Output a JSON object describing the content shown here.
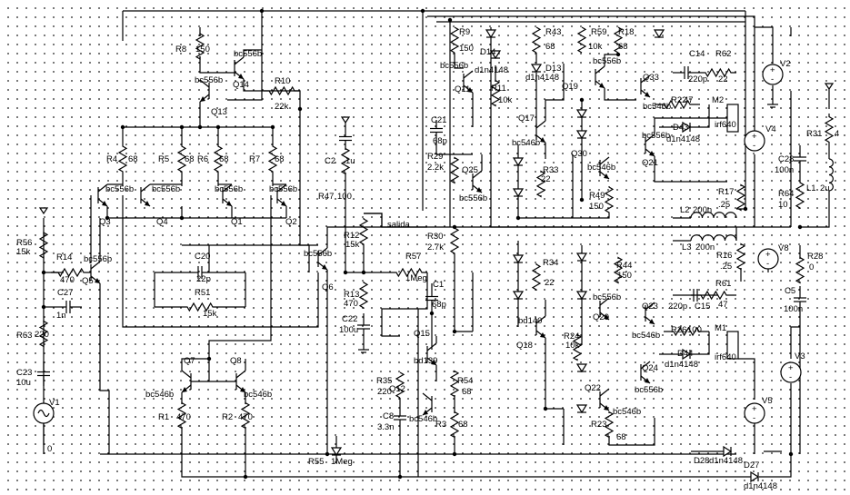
{
  "labels": {
    "R8": "R8",
    "R8v": "150",
    "Q14": "Q14",
    "Q14t": "bc556b",
    "Q13": "Q13",
    "Q13t": "bc556b",
    "R10": "R10",
    "R10v": "22k",
    "R4": "R4",
    "R4v": "68",
    "R5": "R5",
    "R5v": "68",
    "R6": "R6",
    "R6v": "68",
    "R7": "R7",
    "R7v": "68",
    "Q3t": "bc556b",
    "Q4t": "bc556b",
    "Q1t": "bc556b",
    "Q2t": "bc556b",
    "Q3": "Q3",
    "Q4": "Q4",
    "Q1": "Q1",
    "Q2": "Q2",
    "R56": "R56",
    "R56v": "15k",
    "R14": "R14",
    "R14v": "470",
    "Q5t": "bc556b",
    "Q5": "Q5",
    "C20": "C20",
    "C20v": "22p",
    "R51": "R51",
    "R51v": "15k",
    "C27": "C27",
    "C27v": "1n",
    "R63": "R63",
    "R63v": "220",
    "C23": "C23",
    "C23v": "10u",
    "V1": "V1",
    "Q7": "Q7",
    "Q8": "Q8",
    "Q7t": "bc546b",
    "Q8t": "bc546b",
    "R1": "R1",
    "R1v": "470",
    "R2": "R2",
    "R2v": "470",
    "C2": "C2",
    "C2v": "1u",
    "R47": "R47",
    "R47v": "100",
    "R12": "R12",
    "R12v": "15k",
    "Q6t": "bc556b",
    "Q6": "Q6",
    "R13": "R13",
    "R13v": "470",
    "C22": "C22",
    "C22v": "100u",
    "R57": "R57",
    "R57v": "1Meg",
    "C1": "C1",
    "C1v": "68p",
    "R55": "R55",
    "R55v": "1Meg",
    "R35": "R35",
    "R35v": "220",
    "C8": "C8",
    "C8v": "3.3n",
    "Q12": "Q12",
    "Q12t": "bc546b",
    "Q15": "Q15",
    "Q15t": "bd139",
    "R54": "R54",
    "R54v": "68",
    "R3": "R3",
    "R3v": "68",
    "solida": "salida",
    "R9": "R9",
    "R9v": "150",
    "D14": "D14",
    "D14v": "d1n4148",
    "R43": "R43",
    "R43v": "68",
    "R59": "R59",
    "R59v": "10k",
    "R18": "R18",
    "R18v": "68",
    "D13": "D13",
    "D13v": "d1n4148",
    "Q11": "Q11",
    "Q11t": "bc556b",
    "R11": "R11",
    "R11v": "10k",
    "Q19": "Q19",
    "Q19t": "bc556b",
    "Q33": "Q33",
    "Q33t": "bc546b",
    "C14": "C14",
    "C14v": "220p",
    "R62": "R62",
    "R62v": "22",
    "V2": "V2",
    "R22": "R22",
    "R22v": "47",
    "M2": "M2",
    "M2t": "irf640",
    "D43": "D43",
    "D43v": "d1n4148",
    "C21": "C21",
    "C21v": "68p",
    "Q17": "Q17",
    "Q17t": "bc546b",
    "R29": "R29",
    "R29v": "2.2k",
    "Q25": "Q25",
    "Q25t": "bc556b",
    "R33": "R33",
    "R33v": "22",
    "Q30": "Q30",
    "Q30t": "bc546b",
    "Q21": "Q21",
    "Q21t": "bc556b",
    "R49": "R49",
    "R49v": "150",
    "V4": "V4",
    "R31": "R31",
    "R31v": "4",
    "C28": "C28",
    "C28v": "100n",
    "R64": "R64",
    "R64v": "10",
    "L1": "L1",
    "L1v": "2u",
    "R17": "R17",
    "R17v": ".25",
    "L2": "L2",
    "L2v": "200n",
    "L3": "L3",
    "L3v": "200n",
    "R16": "R16",
    "R16v": ".25",
    "V8": "V8",
    "R28": "R28",
    "R28v": "0",
    "C5": "C5",
    "C5v": "100n",
    "R30": "R30",
    "R30v": "2.7k",
    "Q18": "Q18",
    "Q18t": "bd140",
    "R34": "R34",
    "R34v": "22",
    "R44": "R44",
    "R44v": "150",
    "C15": "C15",
    "C15v": "220p",
    "R61": "R61",
    "R61v": "47",
    "Q23": "Q23",
    "Q23t": "bc546b",
    "R26": "R26",
    "R26v": "100",
    "M1": "M1",
    "M1t": "irf640",
    "D44": "D44",
    "D44v": "d1n4148",
    "V3": "V3",
    "V5": "V5",
    "R24": "R24",
    "R24v": "10k",
    "Q20": "Q20",
    "Q20t": "bc556b",
    "Q24": "Q24",
    "Q24t": "bc556b",
    "Q22": "Q22",
    "Q22t": "bc546b",
    "R23": "R23",
    "R23v": "68",
    "D28": "D28",
    "D28v": "d1n4148",
    "D27": "D27",
    "D27v": "d1n4148",
    "gnd": "0"
  }
}
